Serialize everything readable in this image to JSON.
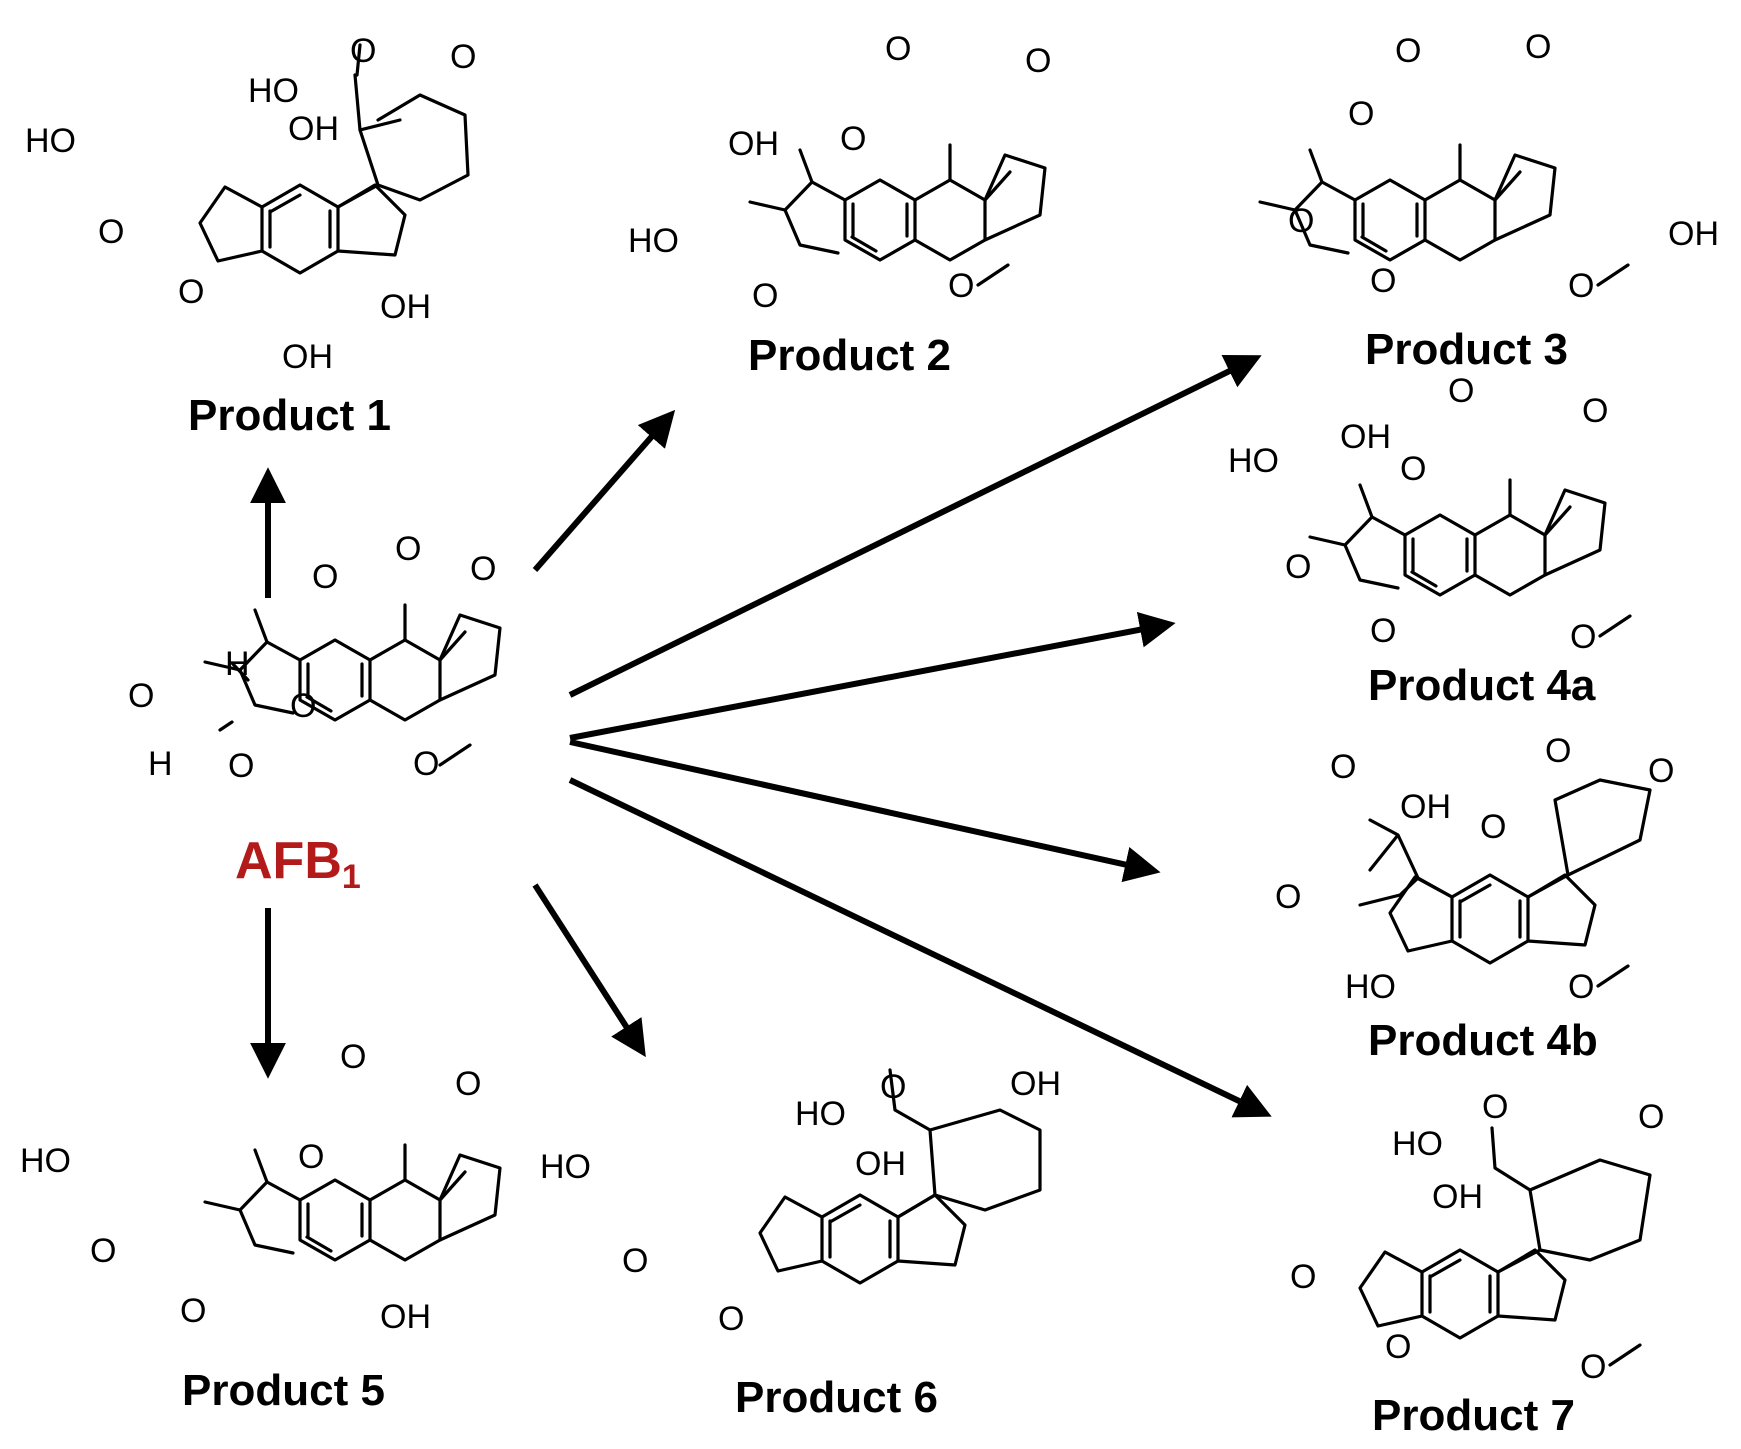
{
  "colors": {
    "afb": "#b31b1b",
    "ink": "#000000"
  },
  "atoms": {
    "hydroxyl": "OH",
    "hydroxyl_left": "HO",
    "oxygen": "O",
    "hydrogen": "H"
  },
  "center": {
    "name": "AFB",
    "subscript": "1"
  },
  "products": [
    {
      "id": "p1",
      "label": "Product 1"
    },
    {
      "id": "p2",
      "label": "Product 2"
    },
    {
      "id": "p3",
      "label": "Product 3"
    },
    {
      "id": "p4a",
      "label": "Product 4a"
    },
    {
      "id": "p4b",
      "label": "Product 4b"
    },
    {
      "id": "p5",
      "label": "Product 5"
    },
    {
      "id": "p6",
      "label": "Product 6"
    },
    {
      "id": "p7",
      "label": "Product 7"
    }
  ]
}
